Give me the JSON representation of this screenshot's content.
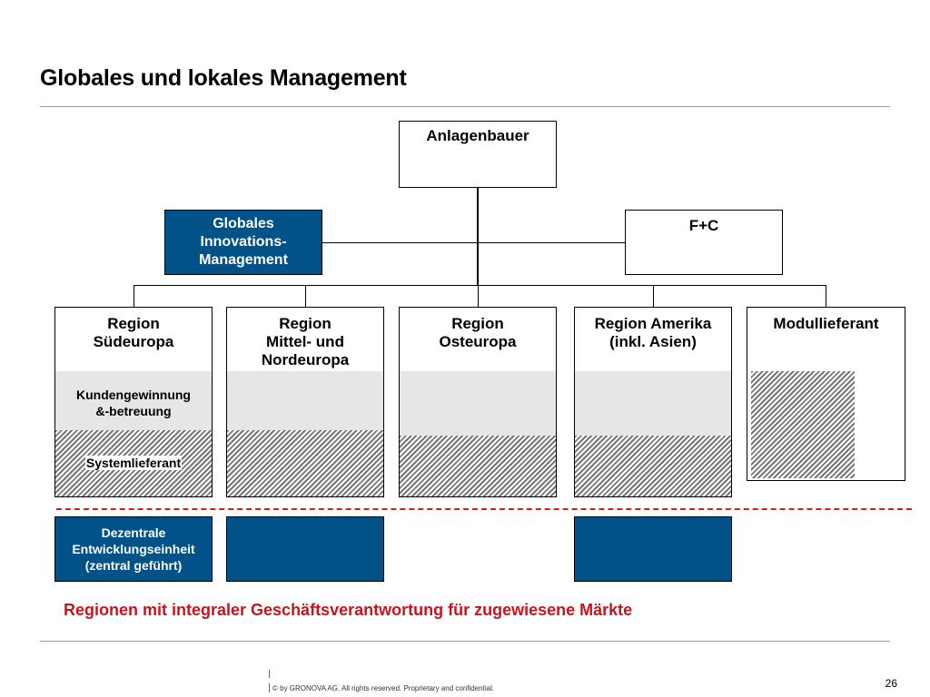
{
  "page": {
    "title": "Globales und lokales Management",
    "page_number": "26",
    "copyright": "© by GRONOVA AG. All rights reserved. Proprietary and confidential."
  },
  "org": {
    "top": "Anlagenbauer",
    "global_innovation": [
      "Globales",
      "Innovations-",
      "Management"
    ],
    "fc": "F+C",
    "regions": [
      {
        "lines": [
          "Region",
          "Südeuropa"
        ]
      },
      {
        "lines": [
          "Region",
          "Mittel- und",
          "Nordeuropa"
        ]
      },
      {
        "lines": [
          "Region",
          "Osteuropa"
        ]
      },
      {
        "lines": [
          "Region Amerika",
          "(inkl. Asien)"
        ]
      },
      {
        "lines": [
          "Modullieferant"
        ]
      }
    ],
    "row_labels": {
      "customer": [
        "Kundengewinnung",
        "&-betreuung"
      ],
      "system": "Systemlieferant"
    },
    "decentral": [
      "Dezentrale",
      "Entwicklungseinheit",
      "(zentral geführt)"
    ]
  },
  "note": "Regionen mit integraler Geschäftsverantwortung für zugewiesene Märkte",
  "colors": {
    "blue": "#005288",
    "red": "#c8141e",
    "grey": "#e6e6e6"
  }
}
